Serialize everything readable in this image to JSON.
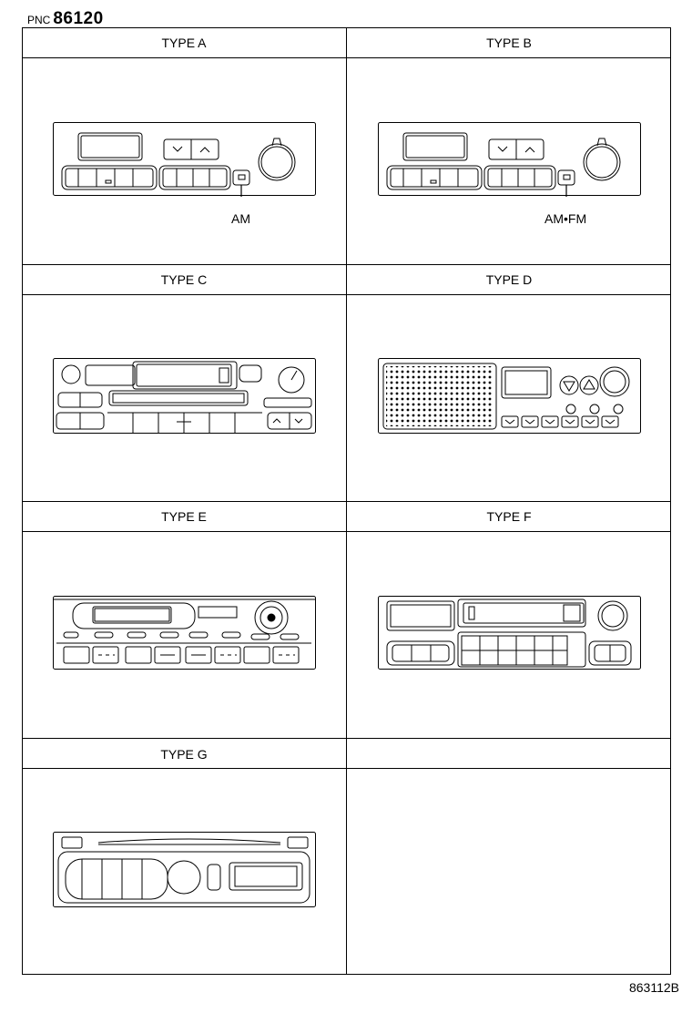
{
  "header": {
    "pnc_label": "PNC",
    "pnc_number": "86120"
  },
  "cells": [
    {
      "title": "TYPE A",
      "callout": "AM",
      "icon": "radio-type-a"
    },
    {
      "title": "TYPE B",
      "callout": "AM•FM",
      "icon": "radio-type-b"
    },
    {
      "title": "TYPE C",
      "icon": "radio-cassette-type-c"
    },
    {
      "title": "TYPE D",
      "icon": "radio-speaker-type-d"
    },
    {
      "title": "TYPE E",
      "icon": "radio-type-e"
    },
    {
      "title": "TYPE F",
      "icon": "radio-cassette-type-f"
    },
    {
      "title": "TYPE G",
      "icon": "radio-cd-type-g"
    },
    {
      "title": ""
    }
  ],
  "footer": {
    "ref_code": "863112B"
  }
}
